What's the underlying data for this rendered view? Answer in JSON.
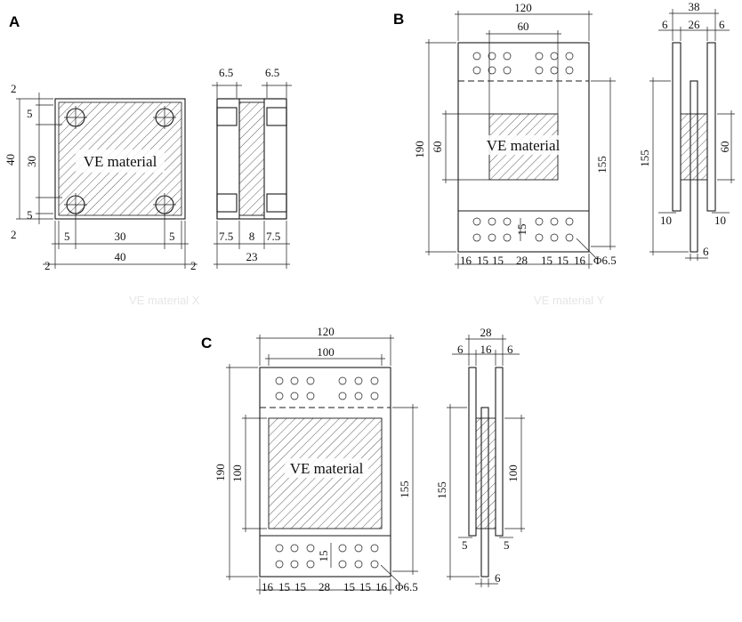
{
  "panels": [
    {
      "id": "A",
      "label": "A",
      "material": "VE material",
      "dims": [
        "2",
        "5",
        "30",
        "5",
        "2",
        "40",
        "5",
        "30",
        "5",
        "2",
        "40",
        "2",
        "6.5",
        "6.5",
        "7.5",
        "8",
        "7.5",
        "23"
      ]
    },
    {
      "id": "B",
      "label": "B",
      "material": "VE material",
      "dims": [
        "120",
        "60",
        "190",
        "60",
        "155",
        "15",
        "16",
        "15",
        "15",
        "28",
        "15",
        "15",
        "16",
        "Φ6.5",
        "38",
        "6",
        "26",
        "6",
        "155",
        "60",
        "10",
        "10",
        "6"
      ]
    },
    {
      "id": "C",
      "label": "C",
      "material": "VE material",
      "dims": [
        "120",
        "100",
        "190",
        "100",
        "155",
        "15",
        "16",
        "15",
        "15",
        "28",
        "15",
        "15",
        "16",
        "Φ6.5",
        "28",
        "6",
        "16",
        "6",
        "155",
        "100",
        "5",
        "5",
        "6"
      ]
    }
  ],
  "faint_captions": [
    "VE material X",
    "VE material Y"
  ]
}
